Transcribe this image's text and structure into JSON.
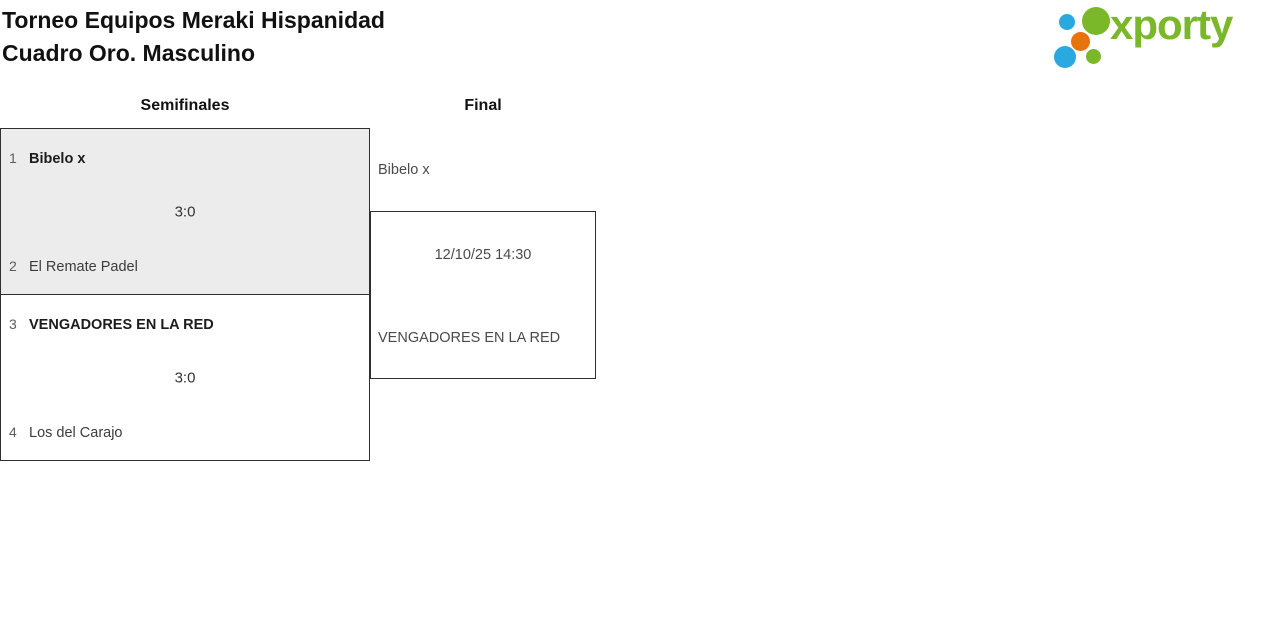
{
  "header": {
    "title_line1": "Torneo Equipos Meraki Hispanidad",
    "title_line2": "Cuadro Oro. Masculino"
  },
  "logo": {
    "brand": "xporty",
    "colors": {
      "green": "#7ab829",
      "blue": "#29a9e0",
      "orange": "#e8720c"
    }
  },
  "bracket": {
    "round_headers": {
      "semifinals": "Semifinales",
      "final": "Final"
    },
    "semifinals": [
      {
        "team1": {
          "seed": "1",
          "name": "Bibelo x"
        },
        "score": "3:0",
        "team2": {
          "seed": "2",
          "name": "El Remate Padel"
        }
      },
      {
        "team1": {
          "seed": "3",
          "name": "VENGADORES EN LA RED"
        },
        "score": "3:0",
        "team2": {
          "seed": "4",
          "name": "Los del Carajo"
        }
      }
    ],
    "final": {
      "team1": "Bibelo x",
      "datetime": "12/10/25 14:30",
      "team2": "VENGADORES EN LA RED"
    }
  }
}
